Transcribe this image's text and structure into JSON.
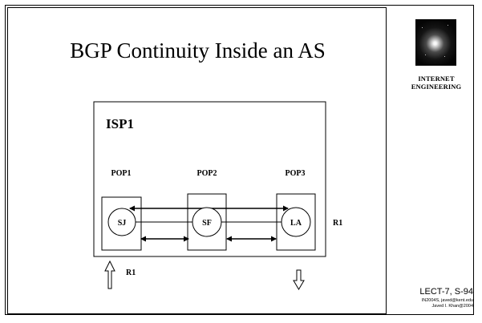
{
  "title": "BGP Continuity Inside an AS",
  "sidebar": {
    "logo_icon": "galaxy-image-icon",
    "caption_line1": "INTERNET",
    "caption_line2": "ENGINEERING"
  },
  "footer": {
    "slide_id": "LECT-7, S-94",
    "line1": "IN2004S, javed@kent.edu",
    "line2": "Javed I. Khan@2004"
  },
  "diagram": {
    "as_label": "ISP1",
    "pops": [
      {
        "pop_label": "POP1",
        "router": "SJ"
      },
      {
        "pop_label": "POP2",
        "router": "SF"
      },
      {
        "pop_label": "POP3",
        "router": "LA"
      }
    ],
    "r1_right": "R1",
    "r1_bottom": "R1",
    "icons": {
      "inbound": "hollow-up-arrow-icon",
      "outbound": "hollow-down-arrow-icon"
    }
  }
}
